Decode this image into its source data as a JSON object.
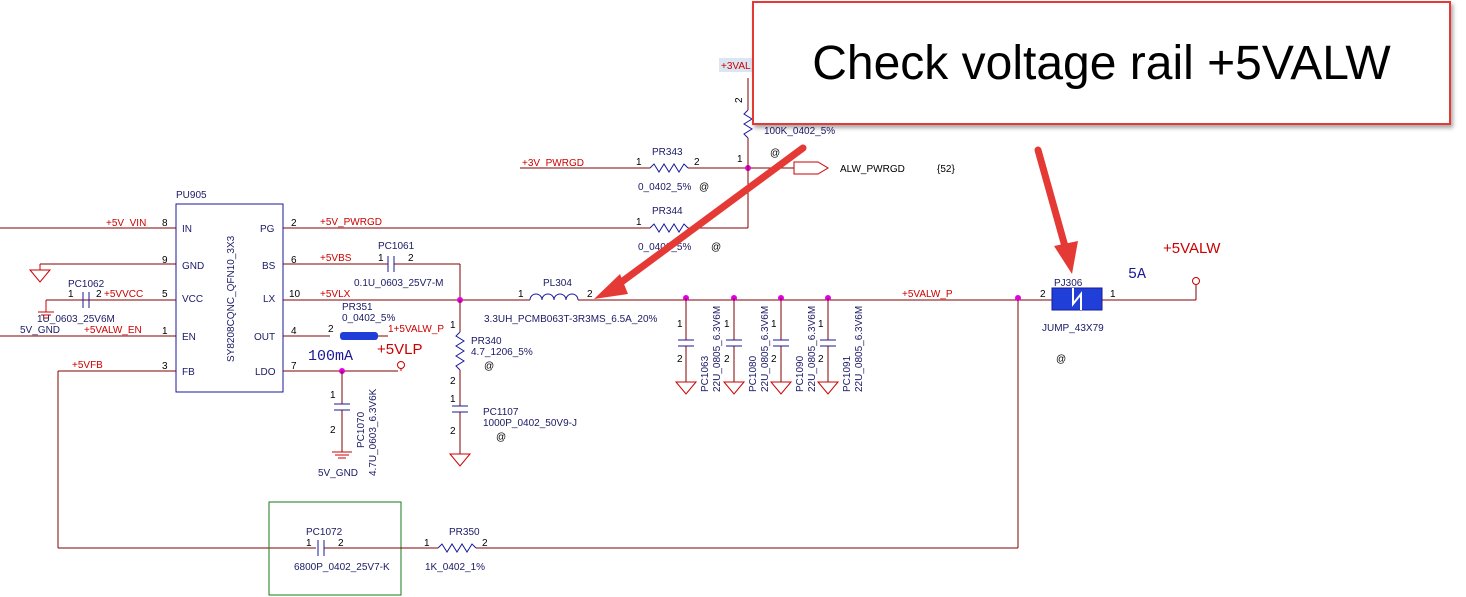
{
  "callout": {
    "text": "Check voltage rail +5VALW"
  },
  "chip": {
    "ref": "PU905",
    "part": "SY8208CQNC_QFN10_3X3",
    "pins_left": [
      {
        "num": "8",
        "name": "IN",
        "net": "+5V_VIN"
      },
      {
        "num": "9",
        "name": "GND",
        "net": ""
      },
      {
        "num": "5",
        "name": "VCC",
        "net": "+5VVCC"
      },
      {
        "num": "1",
        "name": "EN",
        "net": "+5VALW_EN"
      },
      {
        "num": "3",
        "name": "FB",
        "net": "+5VFB"
      }
    ],
    "pins_right": [
      {
        "num": "2",
        "name": "PG",
        "net": "+5V_PWRGD"
      },
      {
        "num": "6",
        "name": "BS",
        "net": "+5VBS"
      },
      {
        "num": "10",
        "name": "LX",
        "net": "+5VLX"
      },
      {
        "num": "4",
        "name": "OUT",
        "net": ""
      },
      {
        "num": "7",
        "name": "LDO",
        "net": ""
      }
    ]
  },
  "nets": {
    "v3_pwrgd": "+3V_PWRGD",
    "alw_pwrgd": "ALW_PWRGD",
    "alw_pwrgd_ref": "{52}",
    "v3valw": "+3VAL",
    "v5valw_p": "+5VALW_P",
    "v5valw_p_1": "1+5VALW_P",
    "v5valw": "+5VALW",
    "v5vlp": "+5VLP",
    "gnd_5v_left": "5V_GND",
    "gnd_5v_bottom": "5V_GND"
  },
  "currents": {
    "ldo": "100mA",
    "jumper": "5A"
  },
  "parts": {
    "pr343": {
      "ref": "PR343",
      "value": "0_0402_5%",
      "at": "@",
      "p1": "1",
      "p2": "2"
    },
    "pr344": {
      "ref": "PR344",
      "value": "0_0402_5%",
      "at": "@",
      "p1": "1"
    },
    "pr_top": {
      "value": "100K_0402_5%",
      "at": "@",
      "p1": "1",
      "p2": "2"
    },
    "pc1061": {
      "ref": "PC1061",
      "value": "0.1U_0603_25V7-M",
      "p1": "1",
      "p2": "2"
    },
    "pc1062": {
      "ref": "PC1062",
      "value": "1U_0603_25V6M",
      "p1": "1",
      "p2": "2"
    },
    "pr351": {
      "ref": "PR351",
      "value": "0_0402_5%",
      "p2": "2"
    },
    "pl304": {
      "ref": "PL304",
      "value": "3.3UH_PCMB063T-3R3MS_6.5A_20%",
      "p1": "1",
      "p2": "2"
    },
    "pr340": {
      "ref": "PR340",
      "value": "4.7_1206_5%",
      "at": "@",
      "p1": "1",
      "p2": "2"
    },
    "pc1107": {
      "ref": "PC1107",
      "value": "1000P_0402_50V9-J",
      "at": "@",
      "p1": "1",
      "p2": "2"
    },
    "pc1070": {
      "ref": "PC1070",
      "value": "4.7U_0603_6.3V6K",
      "p1": "1",
      "p2": "2"
    },
    "pc1063": {
      "ref": "PC1063",
      "value": "22U_0805_6.3V6M",
      "p1": "1",
      "p2": "2"
    },
    "pc1080": {
      "ref": "PC1080",
      "value": "22U_0805_6.3V6M",
      "p1": "1",
      "p2": "2"
    },
    "pc1090": {
      "ref": "PC1090",
      "value": "22U_0805_6.3V6M",
      "p1": "1",
      "p2": "2"
    },
    "pc1091": {
      "ref": "PC1091",
      "value": "22U_0805_6.3V6M",
      "p1": "1",
      "p2": "2"
    },
    "pj306": {
      "ref": "PJ306",
      "value": "JUMP_43X79",
      "at": "@",
      "p1": "1",
      "p2": "2"
    },
    "pc1072": {
      "ref": "PC1072",
      "value": "6800P_0402_25V7-K",
      "p1": "1",
      "p2": "2"
    },
    "pr350": {
      "ref": "PR350",
      "value": "1K_0402_1%",
      "p1": "1",
      "p2": "2"
    }
  },
  "colors": {
    "wire": "#800000",
    "component": "#1a1a99",
    "net_label": "#cc0000",
    "junction": "#e000e0",
    "callout_border": "#e53935",
    "arrow": "#e53935",
    "highlight_box": "#1a7a1a",
    "jumper_fill": "#1f3fd8"
  }
}
